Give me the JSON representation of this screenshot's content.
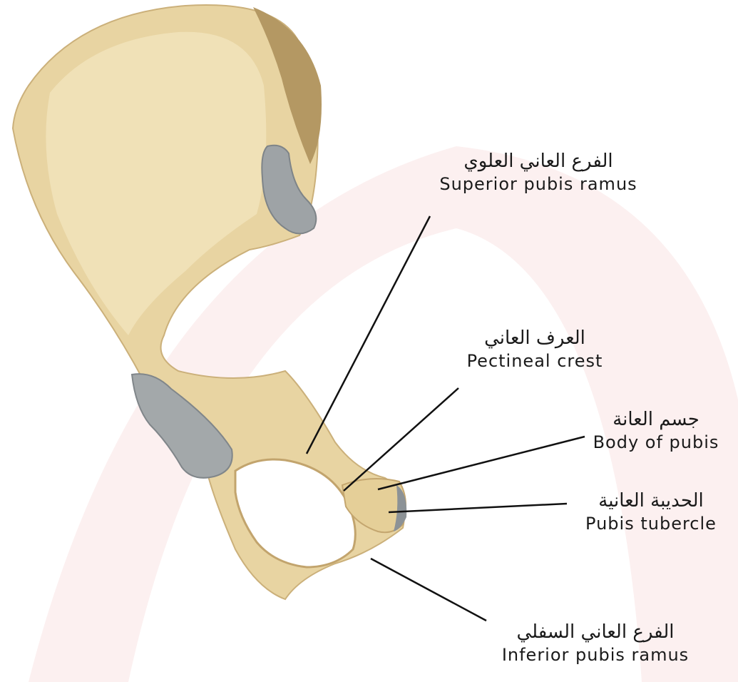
{
  "labels": {
    "superior_ramus": {
      "ar": "الفرع العاني العلوي",
      "en": "Superior pubis ramus"
    },
    "pectineal_crest": {
      "ar": "العرف العاني",
      "en": "Pectineal crest"
    },
    "body_of_pubis": {
      "ar": "جسم العانة",
      "en": "Body of pubis"
    },
    "pubis_tubercle": {
      "ar": "الحديبة العانية",
      "en": "Pubis tubercle"
    },
    "inferior_ramus": {
      "ar": "الفرع العاني السفلي",
      "en": "Inferior pubis ramus"
    }
  },
  "colors": {
    "bone": "#e9d6a6",
    "bone_shadow": "#c9ad72",
    "cartilage": "#9ea3a6",
    "watermark": "#fbe9e9",
    "leader_line": "#111111"
  }
}
